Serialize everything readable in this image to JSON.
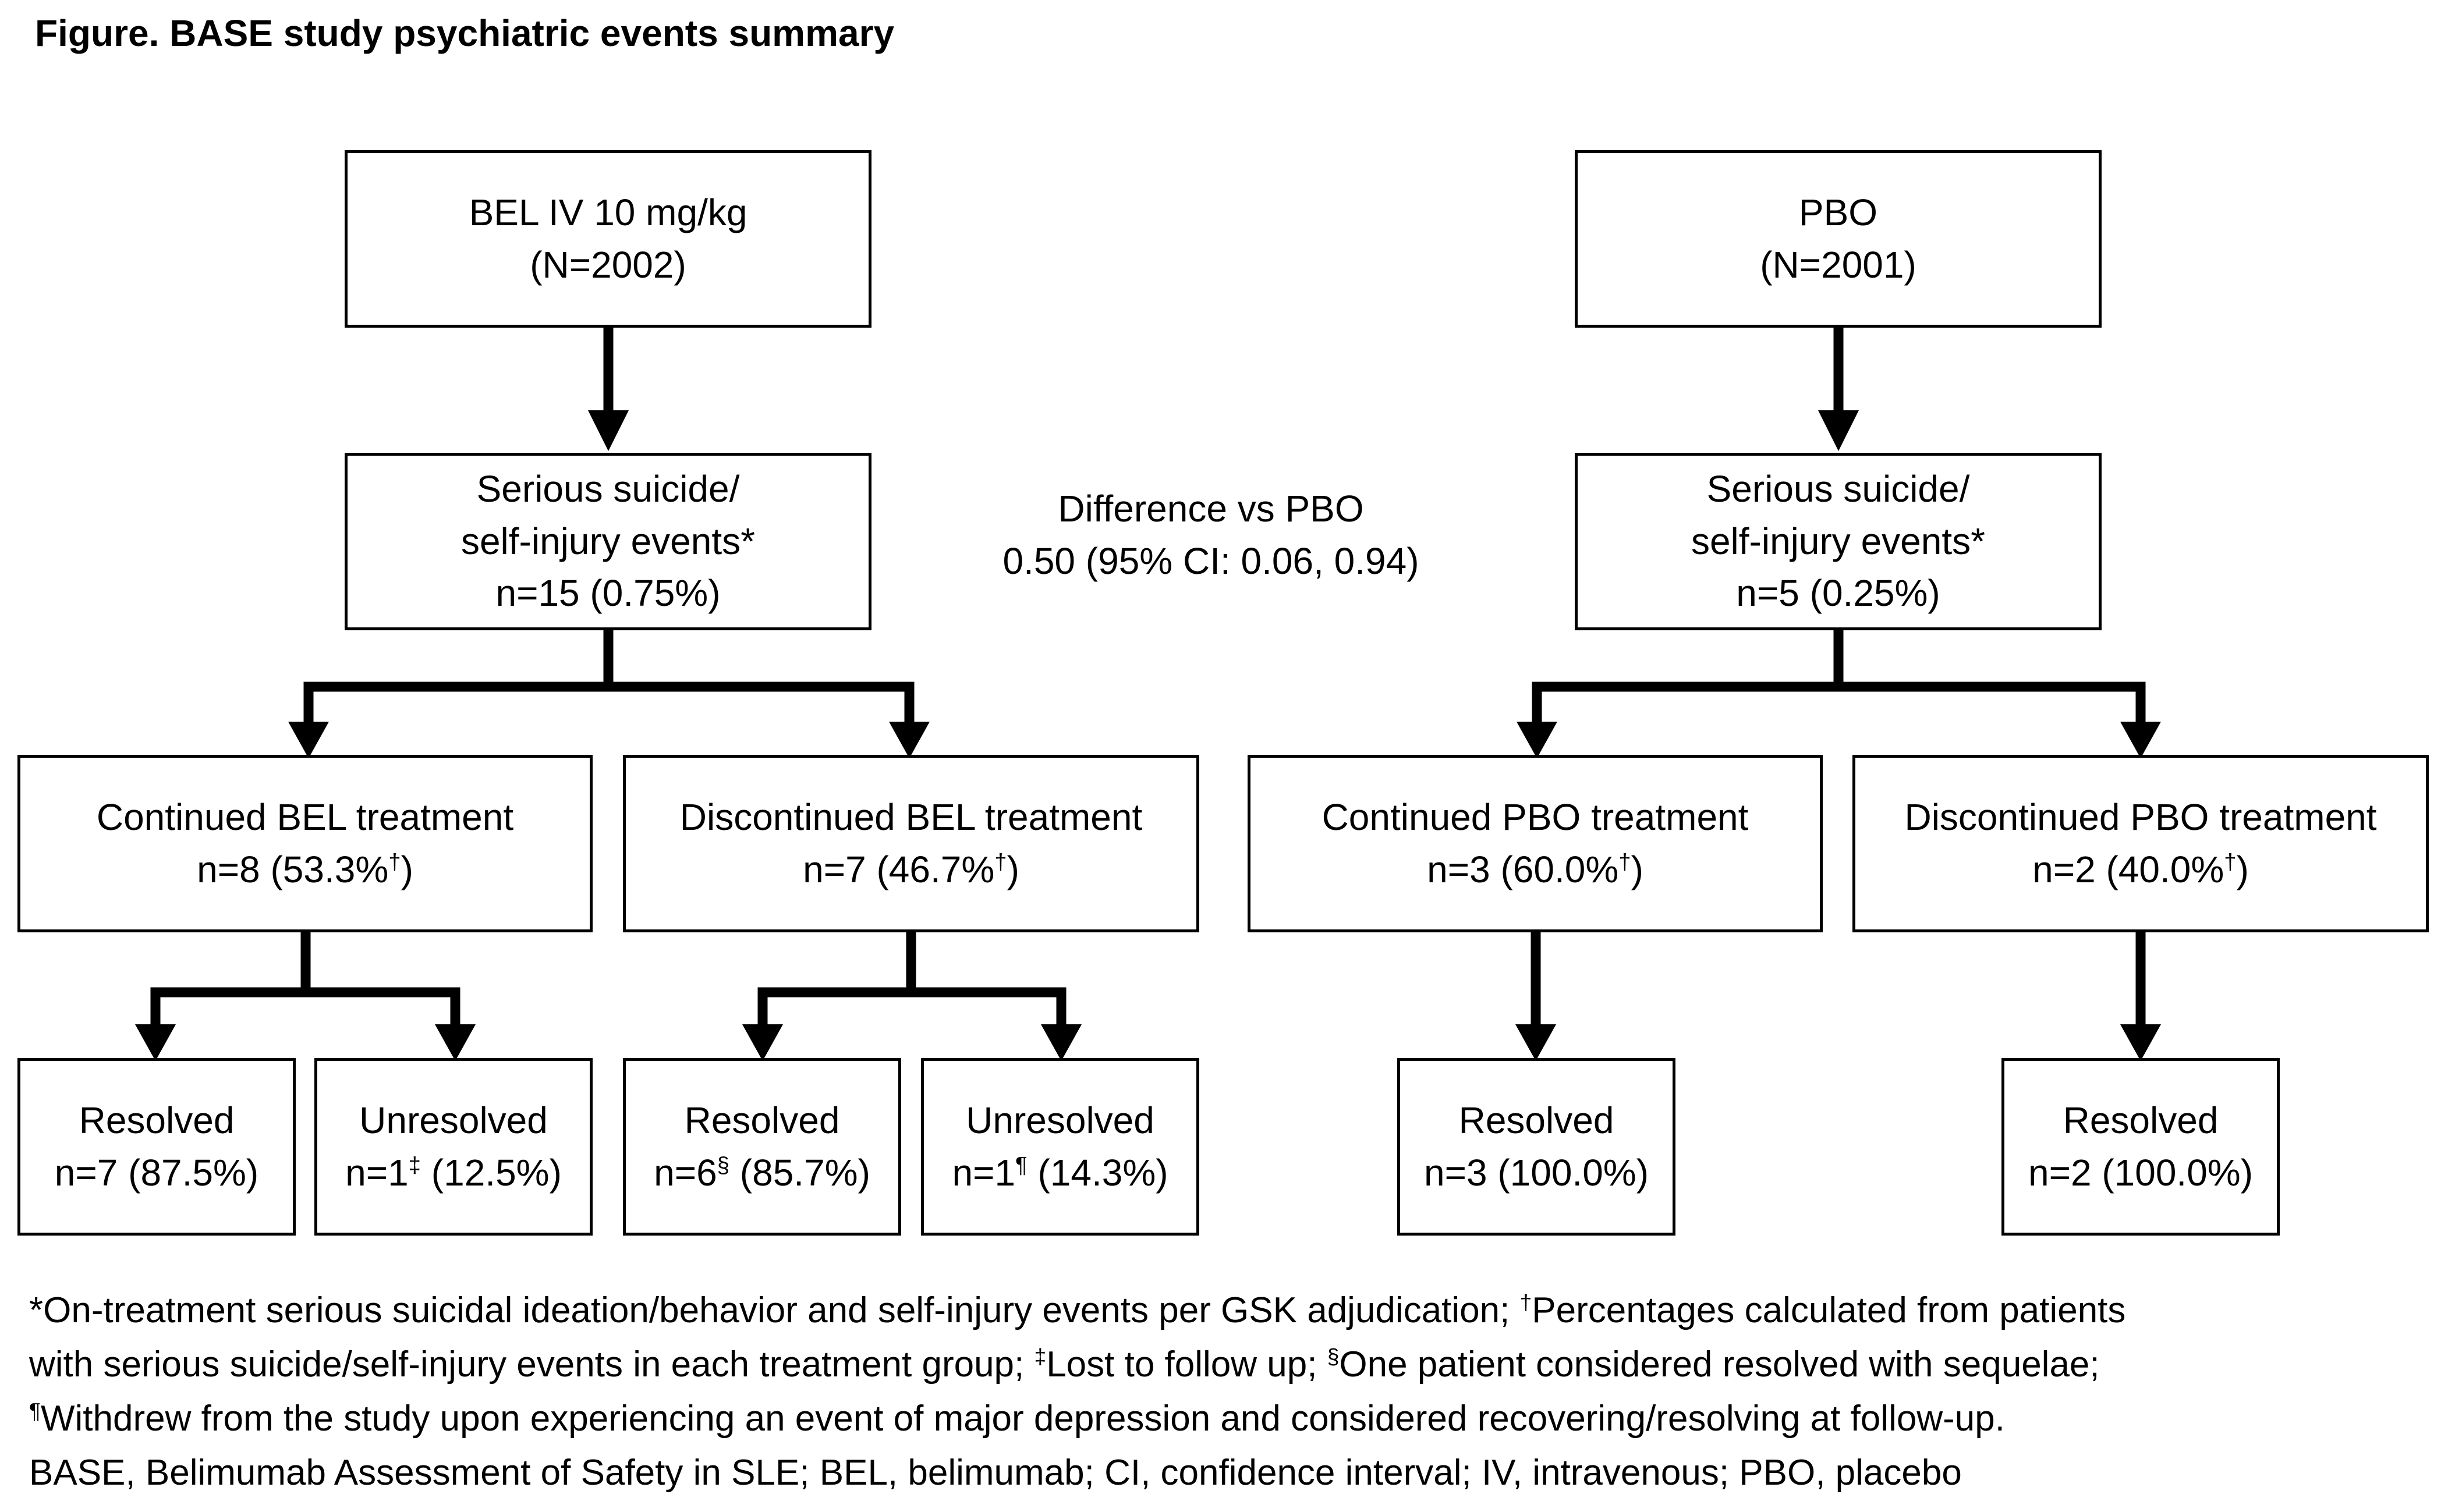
{
  "title": "Figure. BASE study psychiatric events summary",
  "arms": {
    "bel": {
      "name": "BEL IV 10 mg/kg",
      "n": "(N=2002)",
      "events_line1": "Serious suicide/",
      "events_line2": "self-injury events*",
      "events_count": "n=15 (0.75%)",
      "continued_label": "Continued BEL treatment",
      "continued_count": "n=8 (53.3%",
      "continued_mark": "†",
      "continued_close": ")",
      "discontinued_label": "Discontinued BEL treatment",
      "discontinued_count": "n=7 (46.7%",
      "discontinued_mark": "†",
      "discontinued_close": ")",
      "cont_resolved_label": "Resolved",
      "cont_resolved_count": "n=7 (87.5%)",
      "cont_unresolved_label": "Unresolved",
      "cont_unresolved_n": "n=1",
      "cont_unresolved_mark": "‡",
      "cont_unresolved_pct": " (12.5%)",
      "disc_resolved_label": "Resolved",
      "disc_resolved_n": "n=6",
      "disc_resolved_mark": "§",
      "disc_resolved_pct": " (85.7%)",
      "disc_unresolved_label": "Unresolved",
      "disc_unresolved_n": "n=1",
      "disc_unresolved_mark": "¶",
      "disc_unresolved_pct": " (14.3%)"
    },
    "pbo": {
      "name": "PBO",
      "n": "(N=2001)",
      "events_line1": "Serious suicide/",
      "events_line2": "self-injury events*",
      "events_count": "n=5 (0.25%)",
      "continued_label": "Continued PBO treatment",
      "continued_count": "n=3 (60.0%",
      "continued_mark": "†",
      "continued_close": ")",
      "discontinued_label": "Discontinued PBO treatment",
      "discontinued_count": "n=2 (40.0%",
      "discontinued_mark": "†",
      "discontinued_close": ")",
      "cont_resolved_label": "Resolved",
      "cont_resolved_count": "n=3 (100.0%)",
      "disc_resolved_label": "Resolved",
      "disc_resolved_count": "n=2 (100.0%)"
    }
  },
  "difference": {
    "line1": "Difference vs PBO",
    "line2": "0.50 (95% CI: 0.06, 0.94)"
  },
  "footnotes": {
    "l1_a": "*On-treatment serious suicidal ideation/behavior and self-injury events per GSK adjudication; ",
    "l1_mark": "†",
    "l1_b": "Percentages calculated from patients",
    "l2_a": "with serious suicide/self-injury events in each treatment group; ",
    "l2_mark1": "‡",
    "l2_b": "Lost to follow up; ",
    "l2_mark2": "§",
    "l2_c": "One patient considered resolved with sequelae;",
    "l3_mark": "¶",
    "l3_a": "Withdrew from the study upon experiencing an event of major depression and considered recovering/resolving at follow-up.",
    "l4": "BASE, Belimumab Assessment of Safety in SLE; BEL, belimumab; CI, confidence interval; IV, intravenous; PBO, placebo"
  }
}
